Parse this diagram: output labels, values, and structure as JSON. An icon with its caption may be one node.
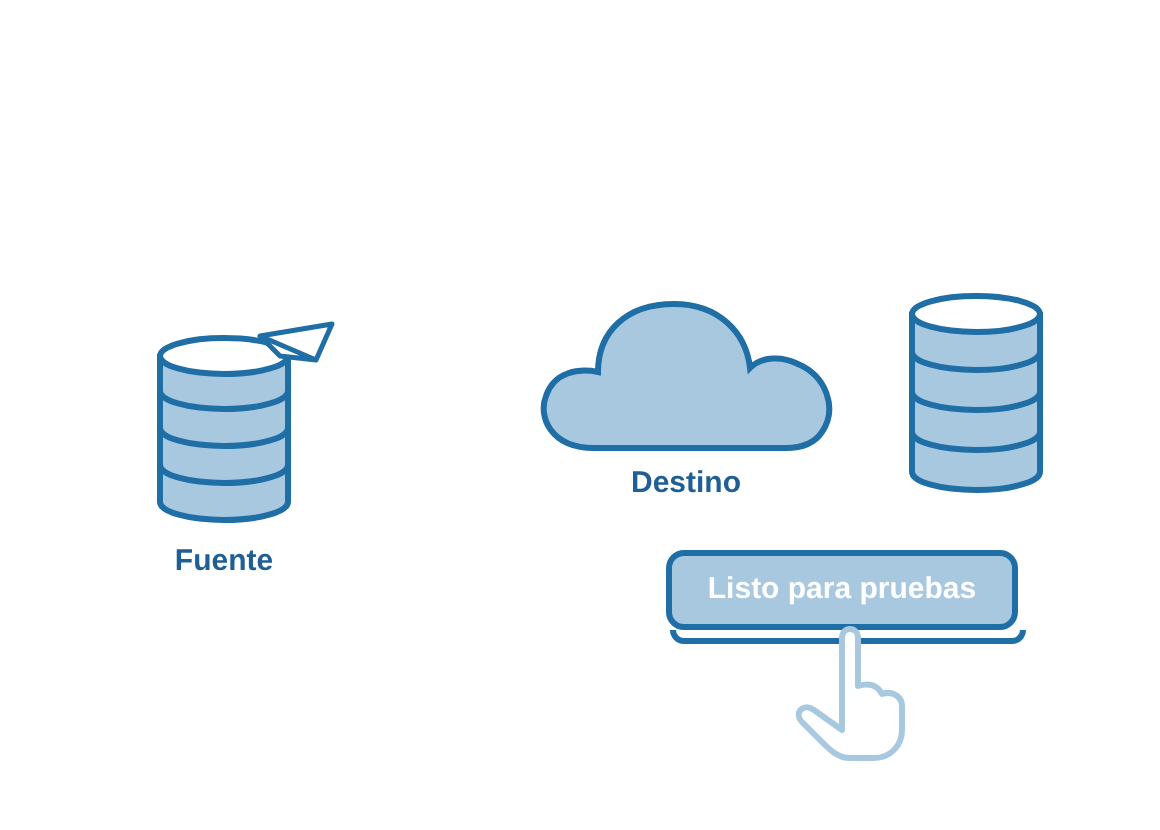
{
  "diagram": {
    "nodes": [
      {
        "text": [
          "Fuente"
        ]
      },
      {
        "text": [
          "Destino"
        ]
      },
      {
        "text": [],
        "shape": "cylinder"
      },
      {
        "text": [
          "Listo para pruebas"
        ]
      }
    ]
  }
}
